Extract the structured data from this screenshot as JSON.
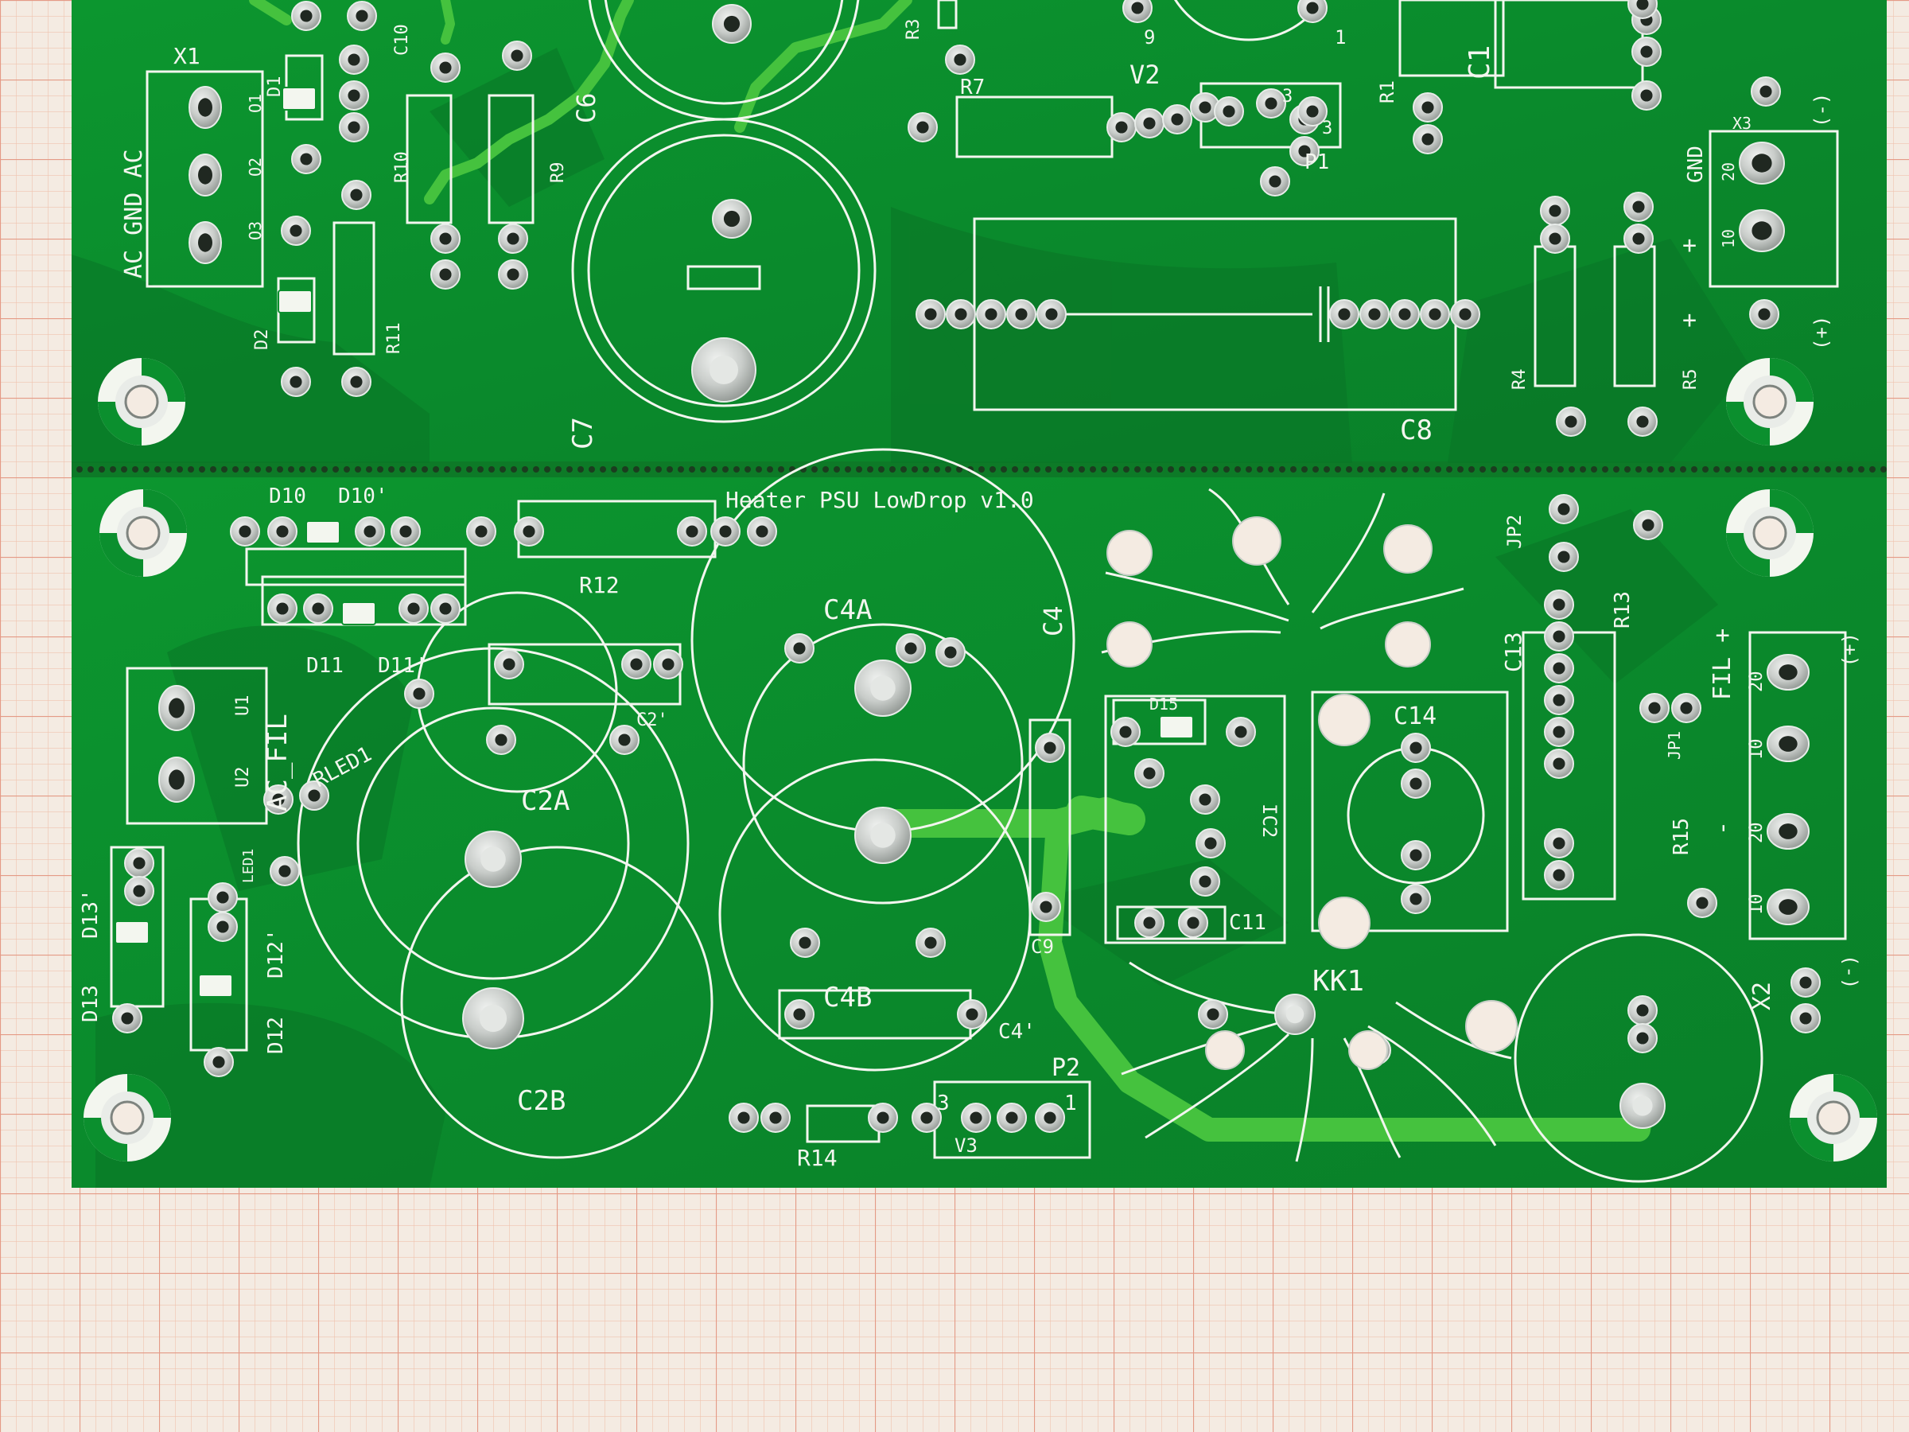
{
  "image": {
    "subject": "Unpopulated green printed circuit board on millimetre grid paper",
    "colors": {
      "paper": "#f4ebe2",
      "grid_minor": "#efc3ae",
      "grid_major": "#e49a86",
      "pcb": "#0b8f2e",
      "pcb_dark": "#0a6f24",
      "trace": "#45c23e",
      "silk": "#f3f6ef",
      "pad": "#cfd3d0"
    }
  },
  "silkscreen": {
    "board_title": "Heater PSU LowDrop v1.0",
    "top_section": {
      "x1": "X1",
      "ac_gnd_ac": "AC GND AC",
      "pins": [
        "O1",
        "O2",
        "O3"
      ],
      "d1": "D1",
      "d2": "D2",
      "c10": "C10",
      "r10": "R10",
      "r9": "R9",
      "r11": "R11",
      "c6": "C6",
      "c7": "C7",
      "r3": "R3",
      "r7": "R7",
      "v2": "V2",
      "v2_pin_left": "9",
      "v2_pin_right": "1",
      "p1": "P1",
      "p1_pin_a": "3",
      "p1_pin_b": "3",
      "r1": "R1",
      "c1": "C1",
      "c8": "C8",
      "r4": "R4",
      "r5": "R5",
      "x3": "X3",
      "gnd": "GND",
      "pin_20": "20",
      "pin_10": "10",
      "minus_sign": "(-)",
      "plus_sign": "(+)",
      "plus": "+"
    },
    "bottom_section": {
      "d10": "D10",
      "d10p": "D10'",
      "d11": "D11",
      "d11p": "D11'",
      "r12": "R12",
      "c4": "C4",
      "c4a": "C4A",
      "c4b": "C4B",
      "c4p": "C4'",
      "c2p": "C2'",
      "c2a": "C2A",
      "c2b": "C2B",
      "rled1": "RLED1",
      "led1": "LED1",
      "ac_fil": "AC_FIL",
      "u1": "U1",
      "u2": "U2",
      "d13": "D13",
      "d13p": "D13'",
      "d12": "D12",
      "d12p": "D12'",
      "d15": "D15",
      "ic2": "IC2",
      "c11": "C11",
      "c9": "C9",
      "c14": "C14",
      "kk1": "KK1",
      "c13": "C13",
      "jp1": "JP1",
      "jp2": "JP2",
      "r13": "R13",
      "r14": "R14",
      "r15": "R15",
      "fil_plus": "FIL +",
      "fil_minus": "-",
      "p2": "P2",
      "p2_pin3": "3",
      "p2_pin1": "1",
      "p2_v3": "V3",
      "x2": "X2",
      "pin_20": "20",
      "pin_10": "10",
      "plus_paren": "(+)",
      "minus_paren": "(-)"
    }
  }
}
